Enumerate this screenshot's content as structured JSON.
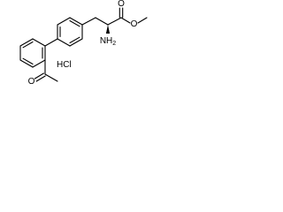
{
  "molecule": {
    "labels": {
      "carbonyl_oxygen": "O",
      "ester_oxygen": "O",
      "amine": "NH",
      "amine_subscript": "2",
      "ketone_oxygen": "O",
      "salt": "HCl"
    }
  }
}
